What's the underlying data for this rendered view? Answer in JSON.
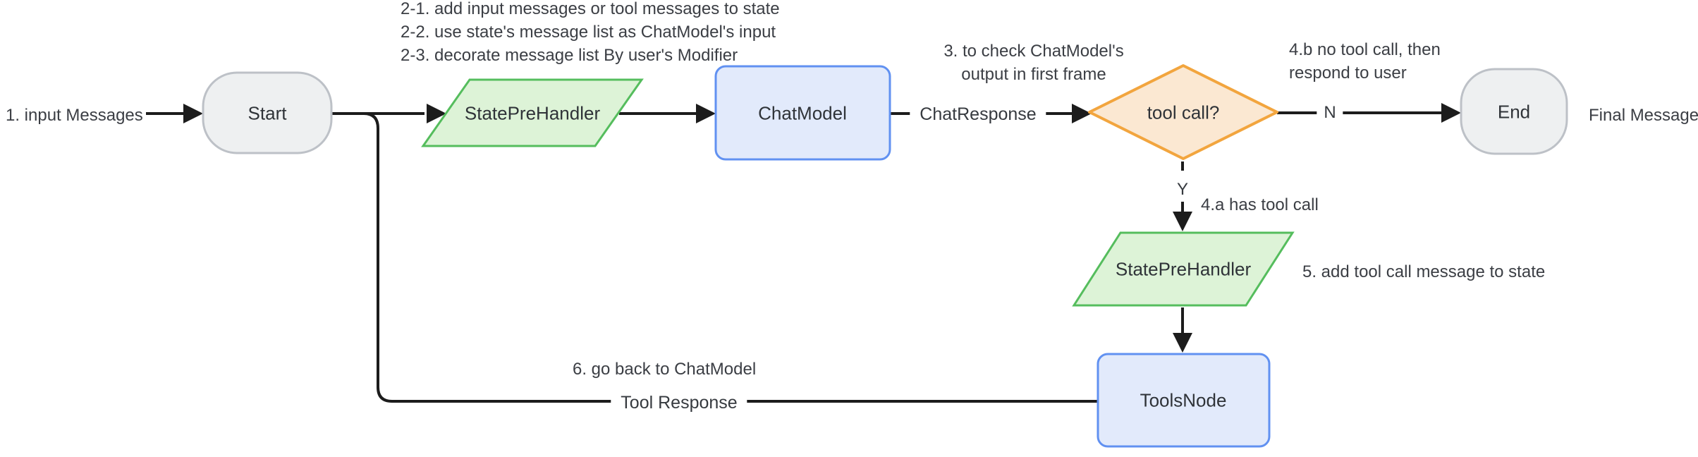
{
  "diagram": {
    "title_hint": "chat model tool-calling flowchart",
    "nodes": {
      "start": {
        "label": "Start",
        "shape": "stadium"
      },
      "pre_handler_1": {
        "label": "StatePreHandler",
        "shape": "parallelogram"
      },
      "chat_model": {
        "label": "ChatModel",
        "shape": "rounded-rect"
      },
      "tool_call": {
        "label": "tool call?",
        "shape": "diamond"
      },
      "end": {
        "label": "End",
        "shape": "stadium"
      },
      "pre_handler_2": {
        "label": "StatePreHandler",
        "shape": "parallelogram"
      },
      "tools_node": {
        "label": "ToolsNode",
        "shape": "rounded-rect"
      }
    },
    "edge_labels": {
      "chat_response": "ChatResponse",
      "no": "N",
      "yes": "Y",
      "tool_response": "Tool Response"
    },
    "annotations": {
      "step1": "1. input Messages",
      "step2_lines": [
        "2-1. add input messages or tool messages to state",
        "2-2. use state's message list as ChatModel's input",
        "2-3. decorate message list By user's Modifier"
      ],
      "step3_lines": [
        "3. to check ChatModel's",
        "output in first frame"
      ],
      "step4b_lines": [
        "4.b no tool call, then",
        "respond to user"
      ],
      "step4a": "4.a has tool call",
      "step5": "5. add tool call message to state",
      "step6": "6. go back to ChatModel",
      "final_message": "Final Message"
    },
    "colors": {
      "gray_fill": "#eef0f1",
      "gray_border": "#bdc1c7",
      "green_fill": "#ddf3d7",
      "green_border": "#55bd5d",
      "blue_fill": "#e2eafb",
      "blue_border": "#6191f1",
      "orange_fill": "#fbe8d2",
      "orange_border": "#f2a53e",
      "edge": "#1c1c1c",
      "background": "#ffffff"
    }
  }
}
